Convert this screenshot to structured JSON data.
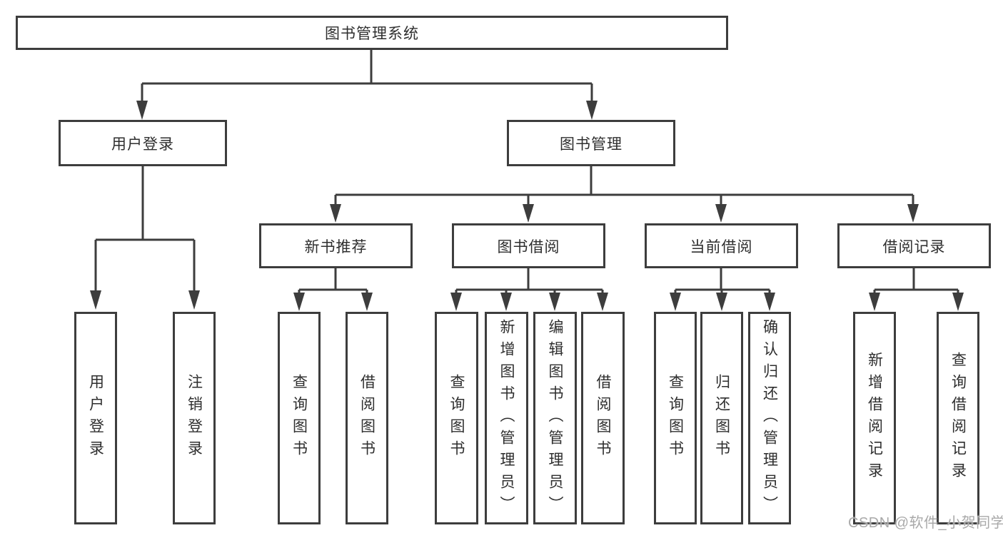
{
  "diagram": {
    "root": {
      "label": "图书管理系统"
    },
    "level2": [
      {
        "label": "用户登录"
      },
      {
        "label": "图书管理"
      }
    ],
    "level3": [
      {
        "label": "新书推荐"
      },
      {
        "label": "图书借阅"
      },
      {
        "label": "当前借阅"
      },
      {
        "label": "借阅记录"
      }
    ],
    "leaves": [
      {
        "label": "用户登录",
        "parent": "用户登录"
      },
      {
        "label": "注销登录",
        "parent": "用户登录"
      },
      {
        "label": "查询图书",
        "parent": "新书推荐"
      },
      {
        "label": "借阅图书",
        "parent": "新书推荐"
      },
      {
        "label": "查询图书",
        "parent": "图书借阅"
      },
      {
        "label": "新增图书（管理员）",
        "parent": "图书借阅"
      },
      {
        "label": "编辑图书（管理员）",
        "parent": "图书借阅"
      },
      {
        "label": "借阅图书",
        "parent": "图书借阅"
      },
      {
        "label": "查询图书",
        "parent": "当前借阅"
      },
      {
        "label": "归还图书",
        "parent": "当前借阅"
      },
      {
        "label": "确认归还（管理员）",
        "parent": "当前借阅"
      },
      {
        "label": "新增借阅记录",
        "parent": "借阅记录"
      },
      {
        "label": "查询借阅记录",
        "parent": "借阅记录"
      }
    ],
    "colors": {
      "line": "#3d3d3d",
      "text": "#2e2e2e",
      "background": "#ffffff",
      "watermark": "#a9a9a9"
    }
  },
  "watermark": {
    "text": "CSDN @软件_小贺同学"
  }
}
